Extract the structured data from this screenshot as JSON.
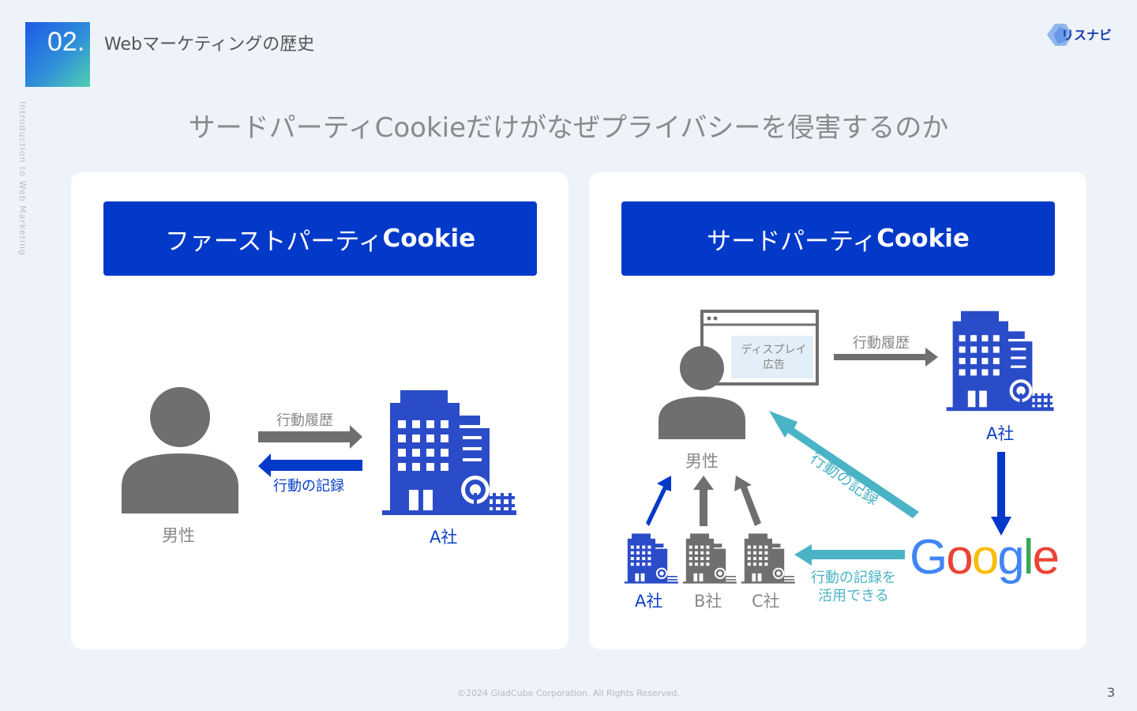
{
  "header": {
    "section_number": "02.",
    "section_title": "Webマーケティングの歴史",
    "vertical_label": "Introduction to Web Marketing",
    "logo_text": "リスナビ"
  },
  "main": {
    "heading": "サードパーティCookieだけがなぜプライバシーを侵害するのか"
  },
  "left_panel": {
    "banner_prefix": "ファーストパーティ",
    "banner_bold": "Cookie",
    "person_label": "男性",
    "company_label": "A社",
    "arrow_top_label": "行動履歴",
    "arrow_bottom_label": "行動の記録"
  },
  "right_panel": {
    "banner_prefix": "サードパーティ",
    "banner_bold": "Cookie",
    "ad_label_line1": "ディスプレイ",
    "ad_label_line2": "広告",
    "history_label": "行動履歴",
    "company_top_label": "A社",
    "person_label": "男性",
    "diagonal_label": "行動の記録",
    "google_label": "Google",
    "use_label_line1": "行動の記録を",
    "use_label_line2": "活用できる",
    "companies": [
      "A社",
      "B社",
      "C社"
    ]
  },
  "colors": {
    "accent_blue": "#0339c9",
    "gray_icon": "#6f6f6f",
    "teal": "#4bb3c6",
    "building_blue": "#2b4cc8"
  },
  "footer": {
    "copyright": "©2024 GladCube Corporation. All Rights Reserved.",
    "page_number": "3"
  }
}
